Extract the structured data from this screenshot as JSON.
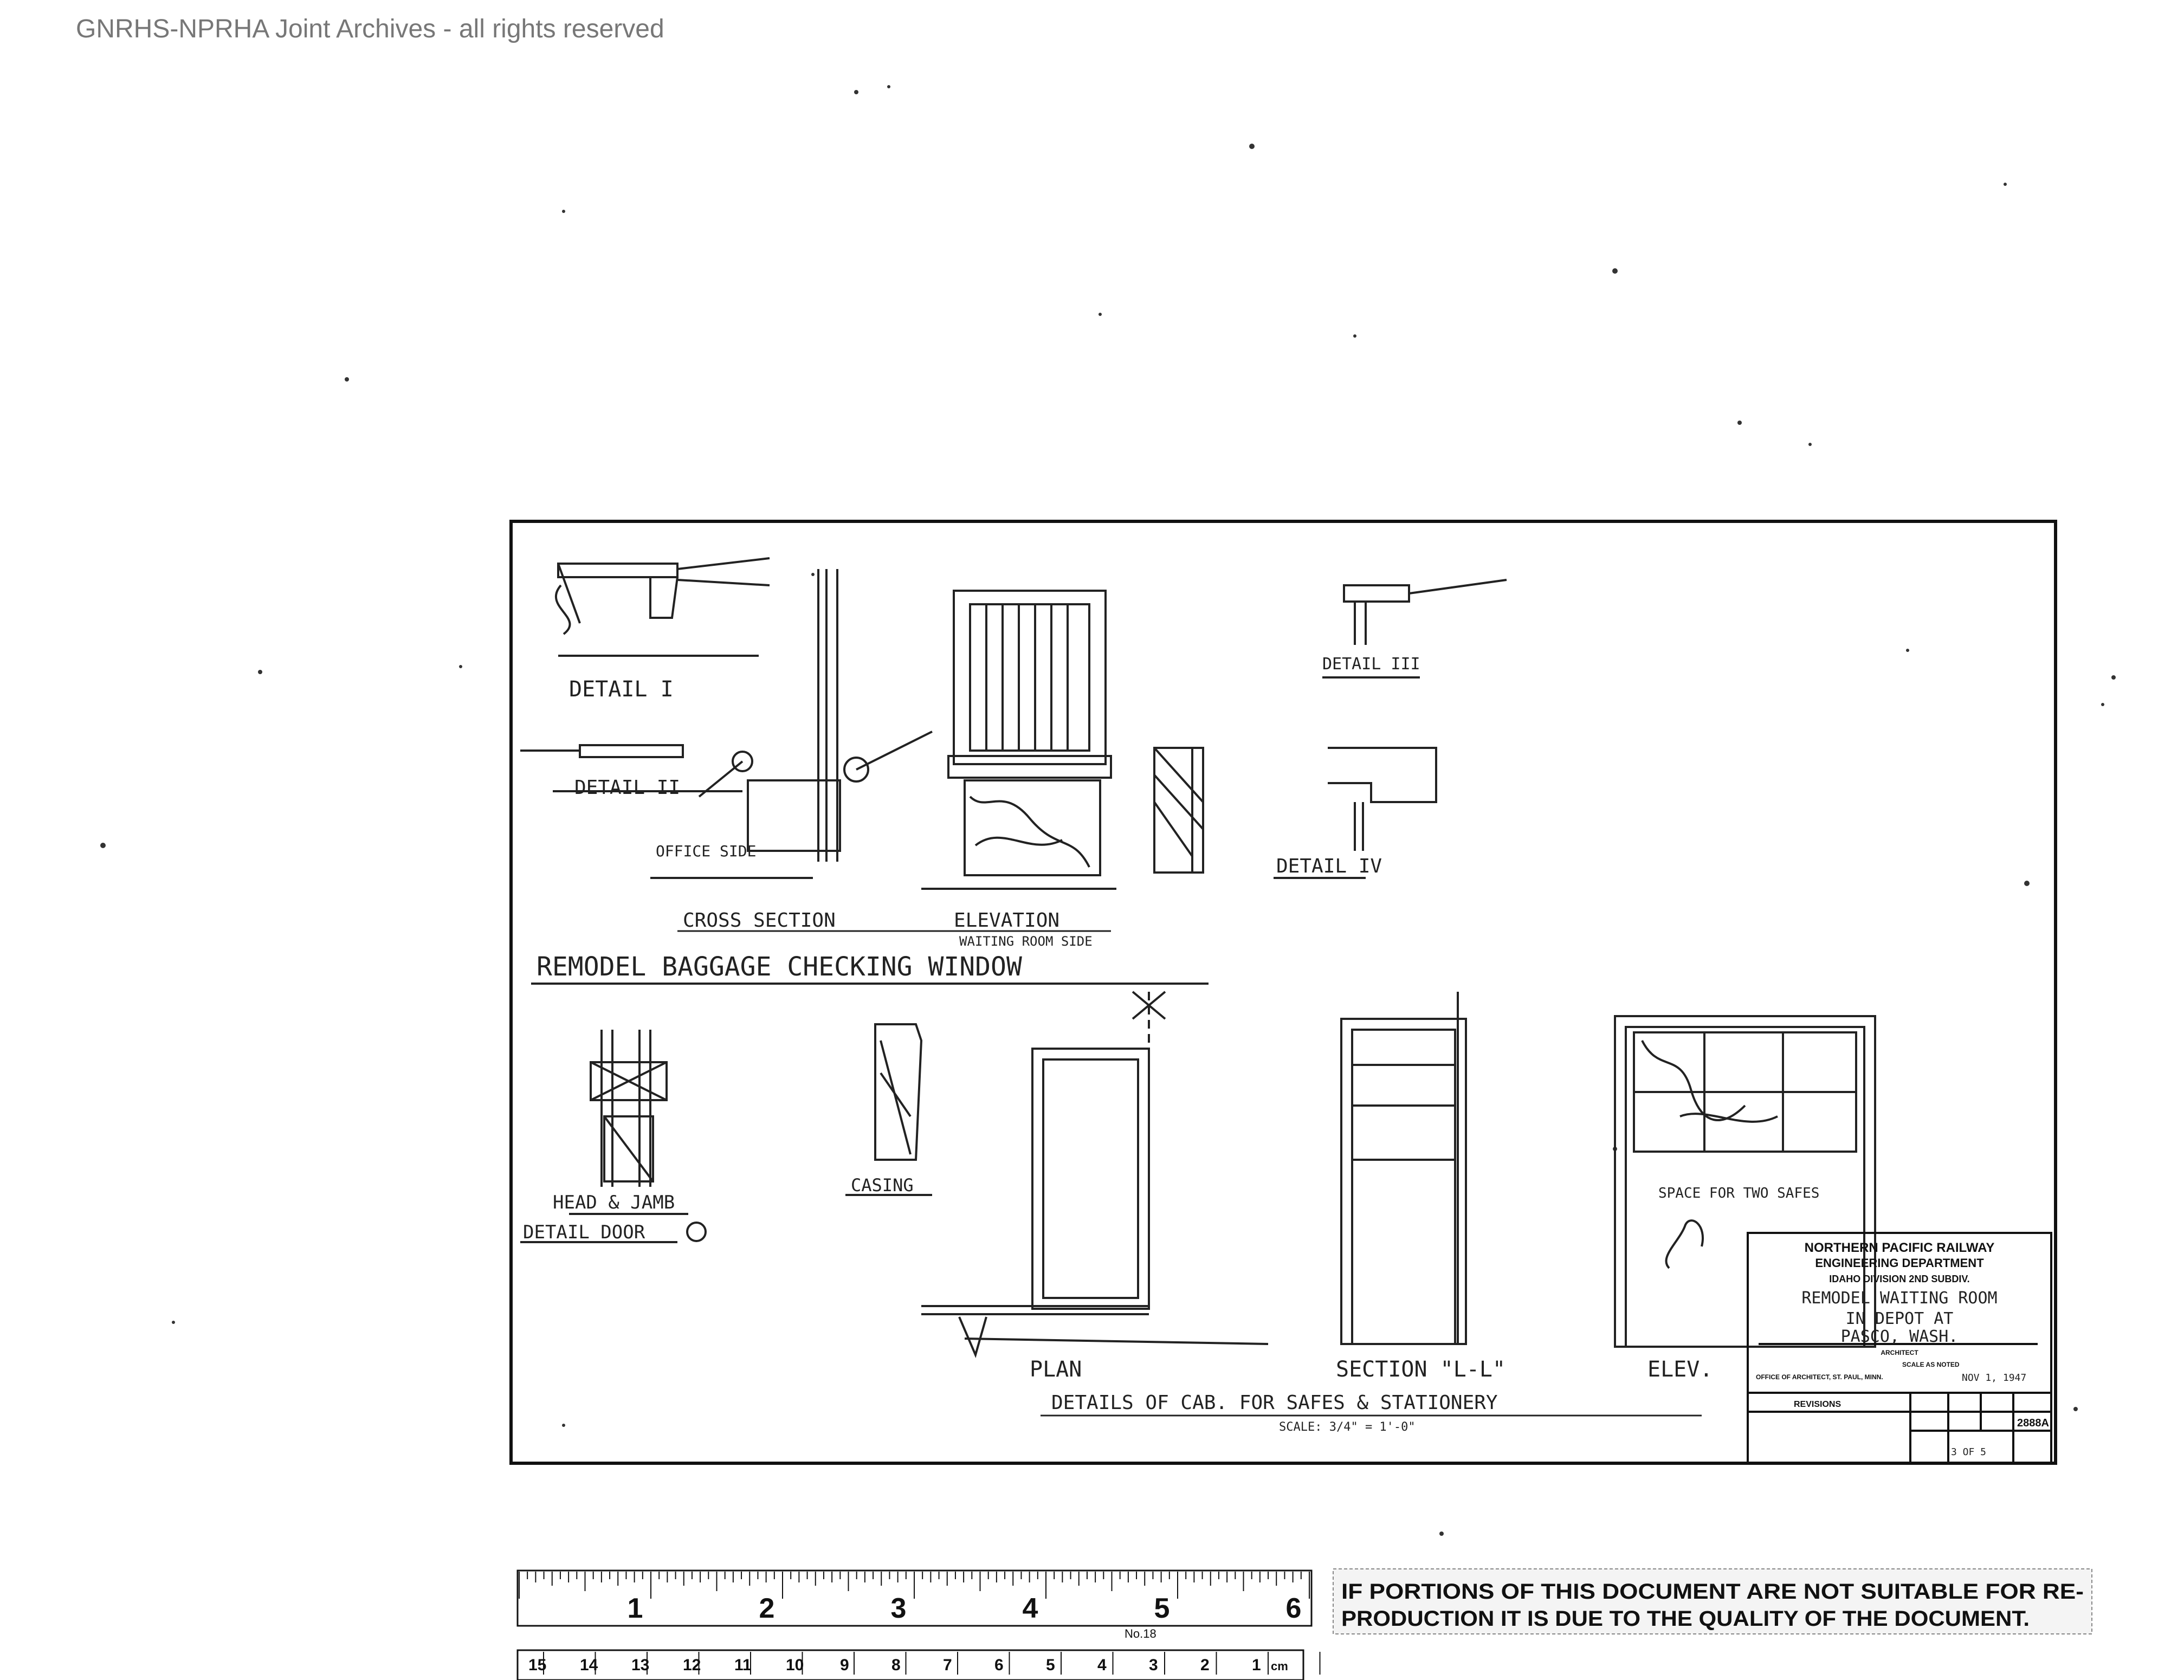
{
  "watermark": "GNRHS-NPRHA Joint Archives - all rights reserved",
  "drawing": {
    "detail_labels": {
      "detail_1": "DETAIL I",
      "detail_2": "DETAIL II",
      "detail_3": "DETAIL III",
      "detail_4": "DETAIL IV",
      "detail_door": "DETAIL DOOR",
      "head_jamb": "HEAD & JAMB",
      "casing": "CASING",
      "cross_section": "CROSS SECTION",
      "elevation": "ELEVATION",
      "waiting_room_side": "WAITING ROOM SIDE",
      "office_side": "OFFICE SIDE",
      "plan": "PLAN",
      "section_ll": "SECTION \"L-L\"",
      "elev": "ELEV.",
      "space_for_two_safes": "SPACE FOR TWO SAFES"
    },
    "section_titles": {
      "baggage": "REMODEL BAGGAGE CHECKING WINDOW",
      "cabinet": "DETAILS OF CAB. FOR SAFES & STATIONERY",
      "cabinet_scale": "SCALE: 3/4\" = 1'-0\""
    },
    "title_block": {
      "railway": "NORTHERN PACIFIC RAILWAY",
      "department": "ENGINEERING DEPARTMENT",
      "division": "IDAHO DIVISION 2ND SUBDIV.",
      "project": "REMODEL WAITING ROOM",
      "location_1": "IN DEPOT AT",
      "location_2": "PASCO, WASH.",
      "architect_label": "ARCHITECT",
      "scale_label": "SCALE AS NOTED",
      "office": "OFFICE OF ARCHITECT, ST. PAUL, MINN.",
      "date": "NOV 1, 1947",
      "revisions_label": "REVISIONS",
      "job_no": "2888A",
      "sheet": "3 OF 5"
    }
  },
  "ruler": {
    "inch_labels": [
      "1",
      "2",
      "3",
      "4",
      "5",
      "6"
    ],
    "cm_labels": [
      "15",
      "14",
      "13",
      "12",
      "11",
      "10",
      "9",
      "8",
      "7",
      "6",
      "5",
      "4",
      "3",
      "2",
      "1"
    ],
    "cm_unit": "cm",
    "model": "No.18"
  },
  "quality_notice": {
    "line_1": "IF PORTIONS OF THIS DOCUMENT ARE NOT SUITABLE FOR RE-",
    "line_2": "PRODUCTION IT IS DUE TO THE QUALITY OF THE DOCUMENT."
  },
  "colors": {
    "paper": "#ffffff",
    "ink": "#1a1a1a",
    "watermark": "#777777"
  }
}
